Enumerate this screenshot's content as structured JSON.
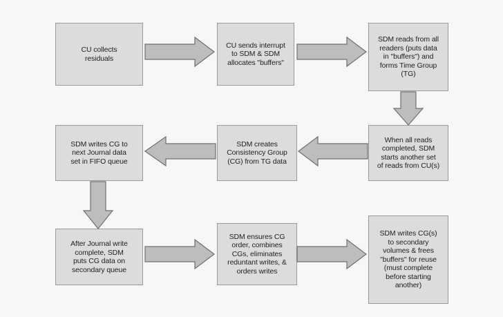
{
  "diagram": {
    "colors": {
      "box_fill": "#dcdcdc",
      "box_border": "#9a9a9a",
      "arrow_fill": "#bdbdbd",
      "arrow_stroke": "#6f6f6f",
      "background": "#f7f7f5"
    },
    "boxes": [
      {
        "id": "b1",
        "text": "CU collects\nresiduals"
      },
      {
        "id": "b2",
        "text": "CU sends interrupt\nto SDM & SDM\nallocates \"buffers\""
      },
      {
        "id": "b3",
        "text": "SDM reads from all\nreaders (puts data\nin \"buffers\") and\nforms Time Group\n(TG)"
      },
      {
        "id": "b4",
        "text": "When all reads\ncompleted, SDM\nstarts another set\nof reads from CU(s)"
      },
      {
        "id": "b5",
        "text": "SDM creates\nConsistency Group\n(CG) from TG data"
      },
      {
        "id": "b6",
        "text": "SDM writes CG to\nnext Journal data\nset in FIFO queue"
      },
      {
        "id": "b7",
        "text": "After Journal write\ncomplete, SDM\nputs CG data on\nsecondary queue"
      },
      {
        "id": "b8",
        "text": "SDM ensures CG\norder,  combines\nCGs, eliminates\nreduntant writes, &\norders writes"
      },
      {
        "id": "b9",
        "text": "SDM writes CG(s)\nto secondary\nvolumes & frees\n\"buffers\" for reuse\n(must complete\nbefore starting\nanother)"
      }
    ],
    "arrows": [
      {
        "id": "a1",
        "from": "b1",
        "to": "b2",
        "dir": "right"
      },
      {
        "id": "a2",
        "from": "b2",
        "to": "b3",
        "dir": "right"
      },
      {
        "id": "a3",
        "from": "b3",
        "to": "b4",
        "dir": "down"
      },
      {
        "id": "a4",
        "from": "b4",
        "to": "b5",
        "dir": "left"
      },
      {
        "id": "a5",
        "from": "b5",
        "to": "b6",
        "dir": "left"
      },
      {
        "id": "a6",
        "from": "b6",
        "to": "b7",
        "dir": "down"
      },
      {
        "id": "a7",
        "from": "b7",
        "to": "b8",
        "dir": "right"
      },
      {
        "id": "a8",
        "from": "b8",
        "to": "b9",
        "dir": "right"
      }
    ]
  }
}
